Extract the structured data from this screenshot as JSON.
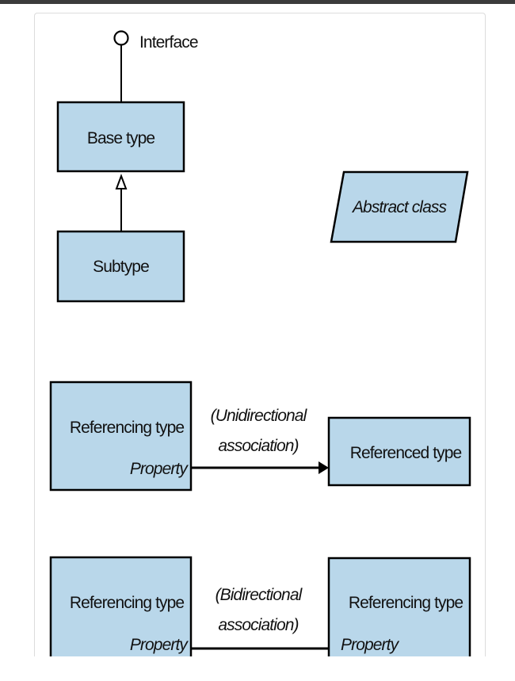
{
  "diagram": {
    "interface_label": "Interface",
    "base_type_label": "Base type",
    "subtype_label": "Subtype",
    "abstract_class_label": "Abstract class",
    "uni": {
      "source_label": "Referencing type",
      "source_property": "Property",
      "assoc_line1": "(Unidirectional",
      "assoc_line2": "association)",
      "target_label": "Referenced type"
    },
    "bi": {
      "left_label": "Referencing type",
      "left_property": "Property",
      "assoc_line1": "(Bidirectional",
      "assoc_line2": "association)",
      "right_label": "Referencing type",
      "right_property": "Property"
    },
    "colors": {
      "box_fill": "#b9d7ea",
      "stroke": "#000000",
      "top_bar": "#3b3b3b"
    }
  }
}
